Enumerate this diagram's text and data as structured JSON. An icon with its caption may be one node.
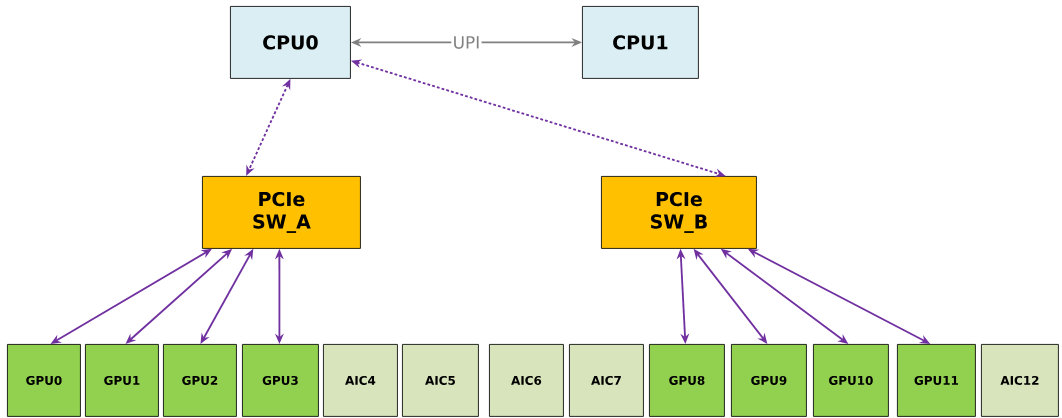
{
  "diagram": {
    "nodes": [
      {
        "text": [
          "CPU0"
        ]
      },
      {
        "text": [
          "CPU1"
        ]
      },
      {
        "text": [
          "PCIe SW_A"
        ]
      },
      {
        "text": [
          "PCIe SW_B"
        ]
      },
      {
        "text": [
          "GPU0"
        ]
      },
      {
        "text": [
          "GPU1"
        ]
      },
      {
        "text": [
          "GPU2"
        ]
      },
      {
        "text": [
          "GPU3"
        ]
      },
      {
        "text": [
          "AIC4"
        ]
      },
      {
        "text": [
          "AIC5"
        ]
      },
      {
        "text": [
          "AIC6"
        ]
      },
      {
        "text": [
          "AIC7"
        ]
      },
      {
        "text": [
          "GPU8"
        ]
      },
      {
        "text": [
          "GPU9"
        ]
      },
      {
        "text": [
          "GPU10"
        ]
      },
      {
        "text": [
          "GPU11"
        ]
      },
      {
        "text": [
          "AIC12"
        ]
      }
    ],
    "edges": [
      {
        "from": 0,
        "to": 1,
        "arrow": "both",
        "label": "UPI",
        "color": "#808080"
      },
      {
        "from": 0,
        "to": 2,
        "arrow": "both",
        "style": "dashed"
      },
      {
        "from": 0,
        "to": 3,
        "arrow": "both",
        "style": "dashed"
      },
      {
        "from": 2,
        "to": 4,
        "arrow": "both"
      },
      {
        "from": 2,
        "to": 5,
        "arrow": "both"
      },
      {
        "from": 2,
        "to": 6,
        "arrow": "both"
      },
      {
        "from": 2,
        "to": 7,
        "arrow": "both"
      },
      {
        "from": 3,
        "to": 12,
        "arrow": "both"
      },
      {
        "from": 3,
        "to": 13,
        "arrow": "both"
      },
      {
        "from": 3,
        "to": 14,
        "arrow": "both"
      },
      {
        "from": 3,
        "to": 15,
        "arrow": "both"
      }
    ]
  }
}
